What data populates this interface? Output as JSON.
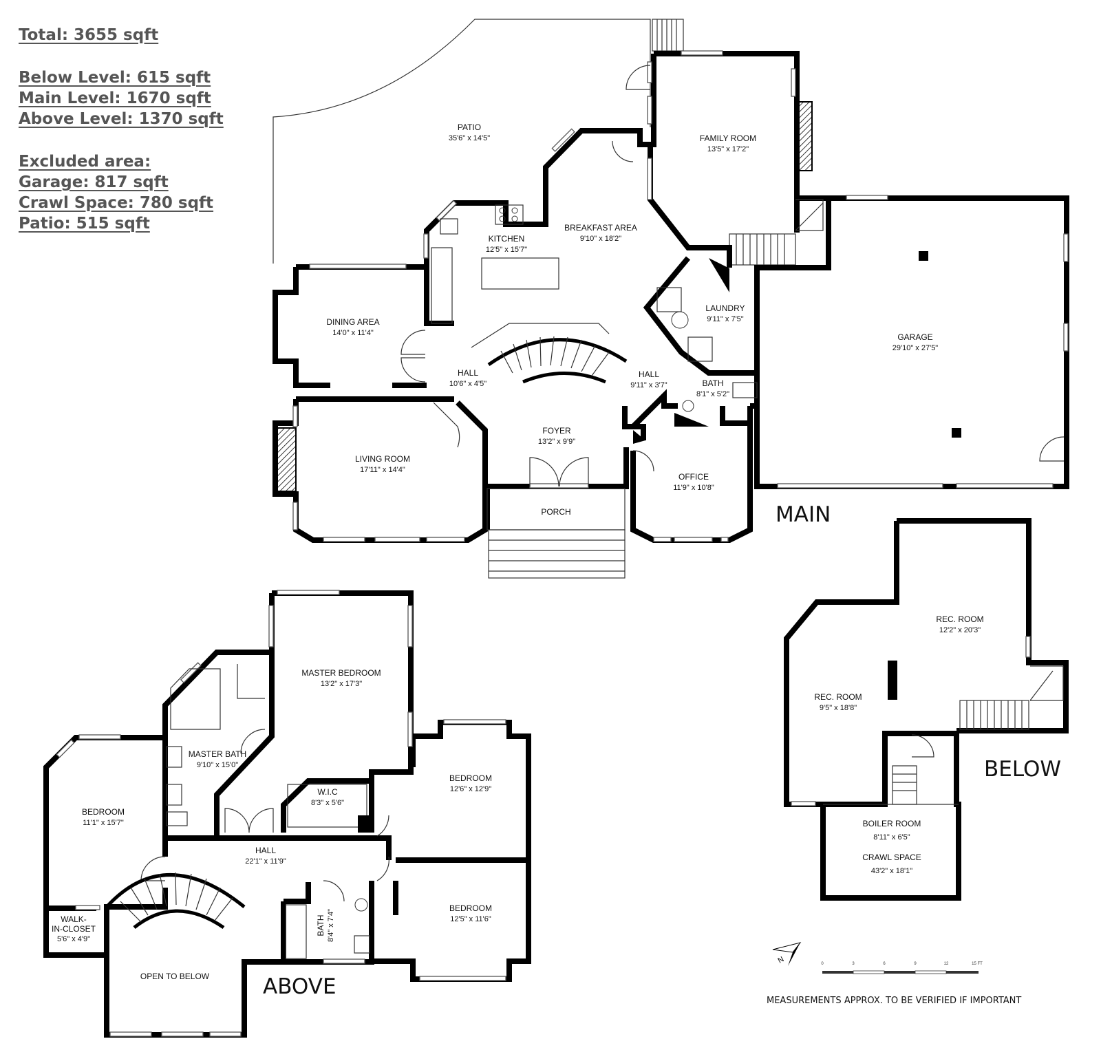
{
  "summary": {
    "total": "Total: 3655 sqft",
    "below": "Below Level: 615 sqft",
    "main": "Main Level: 1670 sqft",
    "above": "Above Level: 1370 sqft",
    "excluded": "Excluded area:",
    "garage": "Garage: 817 sqft",
    "crawl": "Crawl Space: 780 sqft",
    "patio": "Patio: 515 sqft"
  },
  "levels": {
    "main": "MAIN",
    "above": "ABOVE",
    "below": "BELOW"
  },
  "rooms": {
    "patio": {
      "name": "PATIO",
      "dim": "35'6\" x 14'5\""
    },
    "family": {
      "name": "FAMILY ROOM",
      "dim": "13'5\" x 17'2\""
    },
    "kitchen": {
      "name": "KITCHEN",
      "dim": "12'5\" x 15'7\""
    },
    "breakfast": {
      "name": "BREAKFAST AREA",
      "dim": "9'10\" x 18'2\""
    },
    "dining": {
      "name": "DINING AREA",
      "dim": "14'0\" x 11'4\""
    },
    "laundry": {
      "name": "LAUNDRY",
      "dim": "9'11\" x 7'5\""
    },
    "garage": {
      "name": "GARAGE",
      "dim": "29'10\" x 27'5\""
    },
    "hall_left": {
      "name": "HALL",
      "dim": "10'6\" x 4'5\""
    },
    "hall_right": {
      "name": "HALL",
      "dim": "9'11\" x 3'7\""
    },
    "bath_main": {
      "name": "BATH",
      "dim": "8'1\" x 5'2\""
    },
    "foyer": {
      "name": "FOYER",
      "dim": "13'2\" x 9'9\""
    },
    "living": {
      "name": "LIVING ROOM",
      "dim": "17'11\" x 14'4\""
    },
    "office": {
      "name": "OFFICE",
      "dim": "11'9\" x 10'8\""
    },
    "porch": {
      "name": "PORCH"
    },
    "master_bed": {
      "name": "MASTER BEDROOM",
      "dim": "13'2\" x 17'3\""
    },
    "master_bath": {
      "name": "MASTER BATH",
      "dim": "9'10\" x 15'0\""
    },
    "bed_left": {
      "name": "BEDROOM",
      "dim": "11'1\" x 15'7\""
    },
    "wic": {
      "name": "W.I.C",
      "dim": "8'3\" x 5'6\""
    },
    "bed_upper_right": {
      "name": "BEDROOM",
      "dim": "12'6\" x 12'9\""
    },
    "hall_above": {
      "name": "HALL",
      "dim": "22'1\" x 11'9\""
    },
    "walkin": {
      "name1": "WALK-",
      "name2": "IN-CLOSET",
      "dim": "5'6\" x 4'9\""
    },
    "bath_above": {
      "name": "BATH",
      "dim": "8'4\" x 7'4\""
    },
    "bed_lower_right": {
      "name": "BEDROOM",
      "dim": "12'5\" x 11'6\""
    },
    "open_below": {
      "name": "OPEN TO BELOW"
    },
    "rec_upper": {
      "name": "REC. ROOM",
      "dim": "12'2\" x 20'3\""
    },
    "rec_lower": {
      "name": "REC. ROOM",
      "dim": "9'5\" x 18'8\""
    },
    "boiler": {
      "name": "BOILER ROOM",
      "dim": "8'11\" x 6'5\""
    },
    "crawl": {
      "name": "CRAWL SPACE",
      "dim": "43'2\" x 18'1\""
    }
  },
  "scale_ticks": [
    "0",
    "3",
    "6",
    "9",
    "12",
    "15 FT"
  ],
  "compass_label": "N",
  "note": "MEASUREMENTS APPROX. TO BE VERIFIED IF IMPORTANT"
}
